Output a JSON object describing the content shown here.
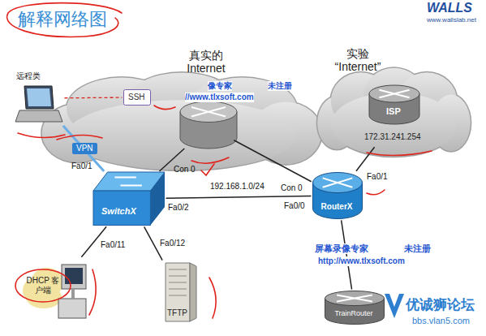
{
  "diagram": {
    "title": "解释网络图",
    "nodes": [
      {
        "text": [
          "真实的 Internet"
        ]
      },
      {
        "text": [
          "SSH"
        ],
        "in": 0
      },
      {
        "text": [
          "实验 “Internet”"
        ]
      },
      {
        "text": [
          "ISP",
          "172.31.241.254"
        ],
        "in": 2
      },
      {
        "text": [
          "远程类"
        ]
      },
      {
        "text": [
          "SwitchX"
        ]
      },
      {
        "text": [
          "RouterX"
        ]
      },
      {
        "text": [
          "DHCP 客户端"
        ]
      },
      {
        "text": [
          "TFTP"
        ]
      },
      {
        "text": [
          "TrainRouter"
        ]
      }
    ],
    "edges": [
      {
        "from": 4,
        "to": 1,
        "arrow": "none"
      },
      {
        "from": 4,
        "to": 5,
        "label": "VPN",
        "arrow": "none"
      },
      {
        "from": 0,
        "to": 5,
        "arrow": "none"
      },
      {
        "from": 0,
        "to": 6,
        "arrow": "none"
      },
      {
        "from": 5,
        "to": 6,
        "label": "192.168.1.0/24",
        "arrow": "none"
      },
      {
        "from": 5,
        "to": 7,
        "arrow": "none"
      },
      {
        "from": 5,
        "to": 8,
        "arrow": "none"
      },
      {
        "from": 6,
        "to": 3,
        "arrow": "none"
      },
      {
        "from": 6,
        "to": 9,
        "arrow": "none"
      }
    ],
    "labels": [
      "Fa0/1",
      "Con 0",
      "Fa0/2",
      "Fa0/11",
      "Fa0/12",
      "Fa0/0",
      "Con 0",
      "Fa0/1",
      "WALLS",
      "www.wallslab.net",
      "像专家",
      "未注册",
      "//www.tlxsoft.com",
      "屏幕录像专家",
      "未注册",
      "http://www.tlxsoft.com",
      "优诚狮论坛",
      "bbs.vlan5.com"
    ]
  }
}
